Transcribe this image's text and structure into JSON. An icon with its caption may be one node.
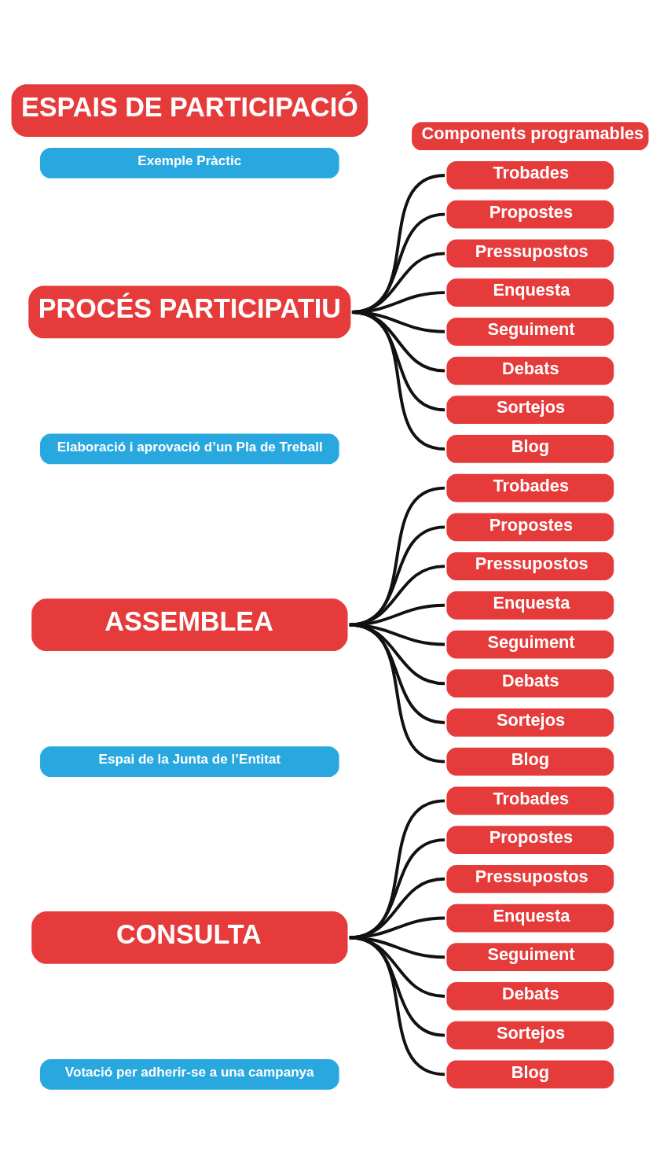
{
  "diagram": {
    "nodes": [
      {
        "text": [
          "ESPAIS DE PARTICIPACIÓ"
        ]
      },
      {
        "text": [
          "Components programables"
        ]
      },
      {
        "text": [
          "Exemple Pràctic"
        ]
      },
      {
        "text": [
          "PROCÉS PARTICIPATIU"
        ]
      },
      {
        "text": [
          "Elaboració i aprovació d’un Pla de Treball"
        ]
      },
      {
        "text": [
          "Trobades"
        ]
      },
      {
        "text": [
          "Propostes"
        ]
      },
      {
        "text": [
          "Pressupostos"
        ]
      },
      {
        "text": [
          "Enquesta"
        ]
      },
      {
        "text": [
          "Seguiment"
        ]
      },
      {
        "text": [
          "Debats"
        ]
      },
      {
        "text": [
          "Sortejos"
        ]
      },
      {
        "text": [
          "Blog"
        ]
      },
      {
        "text": [
          "ASSEMBLEA"
        ]
      },
      {
        "text": [
          "Espai de la Junta de l’Entitat"
        ]
      },
      {
        "text": [
          "Trobades"
        ]
      },
      {
        "text": [
          "Propostes"
        ]
      },
      {
        "text": [
          "Pressupostos"
        ]
      },
      {
        "text": [
          "Enquesta"
        ]
      },
      {
        "text": [
          "Seguiment"
        ]
      },
      {
        "text": [
          "Debats"
        ]
      },
      {
        "text": [
          "Sortejos"
        ]
      },
      {
        "text": [
          "Blog"
        ]
      },
      {
        "text": [
          "CONSULTA"
        ]
      },
      {
        "text": [
          "Votació per adherir-se a una campanya"
        ]
      },
      {
        "text": [
          "Trobades"
        ]
      },
      {
        "text": [
          "Propostes"
        ]
      },
      {
        "text": [
          "Pressupostos"
        ]
      },
      {
        "text": [
          "Enquesta"
        ]
      },
      {
        "text": [
          "Seguiment"
        ]
      },
      {
        "text": [
          "Debats"
        ]
      },
      {
        "text": [
          "Sortejos"
        ]
      },
      {
        "text": [
          "Blog"
        ]
      }
    ],
    "edges": [
      {
        "from": 3,
        "to": 5,
        "arrow": "none"
      },
      {
        "from": 3,
        "to": 6,
        "arrow": "none"
      },
      {
        "from": 3,
        "to": 7,
        "arrow": "none"
      },
      {
        "from": 3,
        "to": 8,
        "arrow": "none"
      },
      {
        "from": 3,
        "to": 9,
        "arrow": "none"
      },
      {
        "from": 3,
        "to": 10,
        "arrow": "none"
      },
      {
        "from": 3,
        "to": 11,
        "arrow": "none"
      },
      {
        "from": 3,
        "to": 12,
        "arrow": "none"
      },
      {
        "from": 13,
        "to": 15,
        "arrow": "none"
      },
      {
        "from": 13,
        "to": 16,
        "arrow": "none"
      },
      {
        "from": 13,
        "to": 17,
        "arrow": "none"
      },
      {
        "from": 13,
        "to": 18,
        "arrow": "none"
      },
      {
        "from": 13,
        "to": 19,
        "arrow": "none"
      },
      {
        "from": 13,
        "to": 20,
        "arrow": "none"
      },
      {
        "from": 13,
        "to": 21,
        "arrow": "none"
      },
      {
        "from": 13,
        "to": 22,
        "arrow": "none"
      },
      {
        "from": 23,
        "to": 25,
        "arrow": "none"
      },
      {
        "from": 23,
        "to": 26,
        "arrow": "none"
      },
      {
        "from": 23,
        "to": 27,
        "arrow": "none"
      },
      {
        "from": 23,
        "to": 28,
        "arrow": "none"
      },
      {
        "from": 23,
        "to": 29,
        "arrow": "none"
      },
      {
        "from": 23,
        "to": 30,
        "arrow": "none"
      },
      {
        "from": 23,
        "to": 31,
        "arrow": "none"
      },
      {
        "from": 23,
        "to": 32,
        "arrow": "none"
      }
    ]
  }
}
